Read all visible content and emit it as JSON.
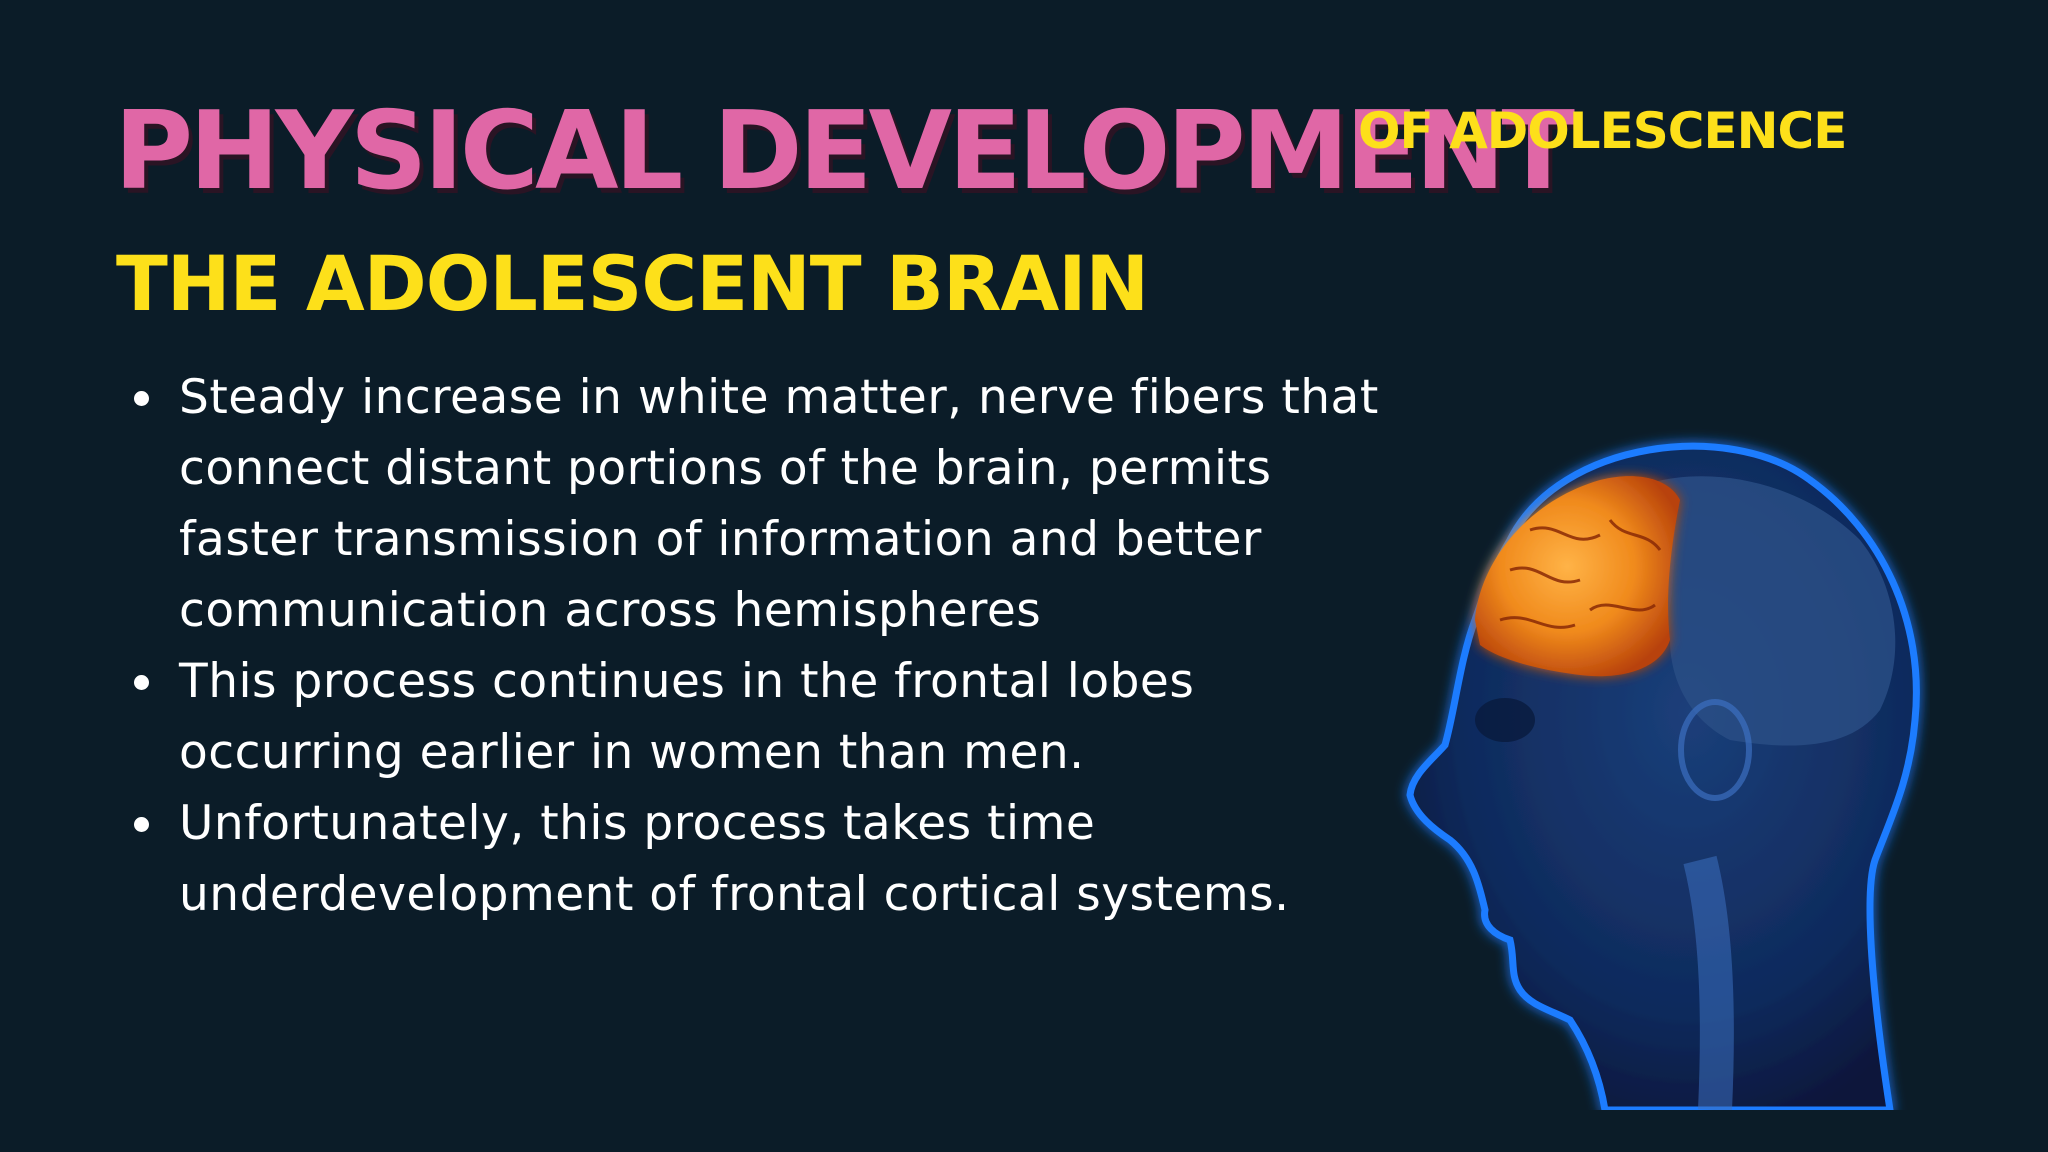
{
  "title": {
    "main": "PHYSICAL DEVELOPMENT",
    "suffix": "OF ADOLESCENCE",
    "subtitle": "THE ADOLESCENT BRAIN"
  },
  "bullets": [
    {
      "text": "Steady increase in white matter, nerve fibers that connect distant portions of the brain, permits faster transmission of information and better communication across hemispheres"
    },
    {
      "text": "This process continues in the frontal lobes occurring earlier in women than men."
    },
    {
      "text": "Unfortunately, this process takes time underdevelopment of frontal cortical systems."
    }
  ],
  "illustration": {
    "name": "head-brain-illustration",
    "colors": {
      "background": "#0b1c28",
      "title_pink": "#e067a6",
      "title_yellow": "#fde01a",
      "head_blue": "#1f7bff",
      "brain_orange": "#f08a1c"
    }
  }
}
